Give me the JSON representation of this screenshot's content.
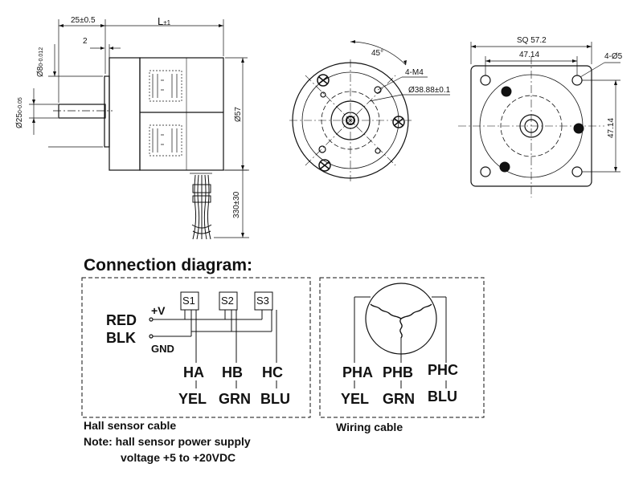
{
  "dimensions": {
    "len_25": "25±0.5",
    "len_L": "L",
    "len_L_tol": "±1",
    "len_2": "2",
    "dia_8": "Ø8",
    "dia_8_tol_top": "0",
    "dia_8_tol_bot": "-0.012",
    "dia_25": "Ø25",
    "dia_25_tol_top": "0",
    "dia_25_tol_bot": "-0.05",
    "dia_57": "Ø57",
    "cable_len": "330±30",
    "angle": "45°",
    "thread": "4-M4",
    "pcd": "Ø38.88±0.1",
    "square": "SQ 57.2",
    "hole_pitch_h": "47.14",
    "hole_pitch_v": "47.14",
    "holes": "4-Ø5"
  },
  "connection": {
    "title": "Connection diagram:",
    "supply_pos": "+V",
    "supply_gnd": "GND",
    "wire_red": "RED",
    "wire_blk": "BLK",
    "sensors": [
      "S1",
      "S2",
      "S3"
    ],
    "hall_signals": [
      "HA",
      "HB",
      "HC"
    ],
    "hall_colors": [
      "YEL",
      "GRN",
      "BLU"
    ],
    "phases": [
      "PHA",
      "PHB",
      "PHC"
    ],
    "phase_colors": [
      "YEL",
      "GRN",
      "BLU"
    ],
    "hall_caption": "Hall sensor cable",
    "note_line1": "Note: hall sensor power supply",
    "note_line2": "voltage +5 to +20VDC",
    "wiring_caption": "Wiring cable"
  }
}
